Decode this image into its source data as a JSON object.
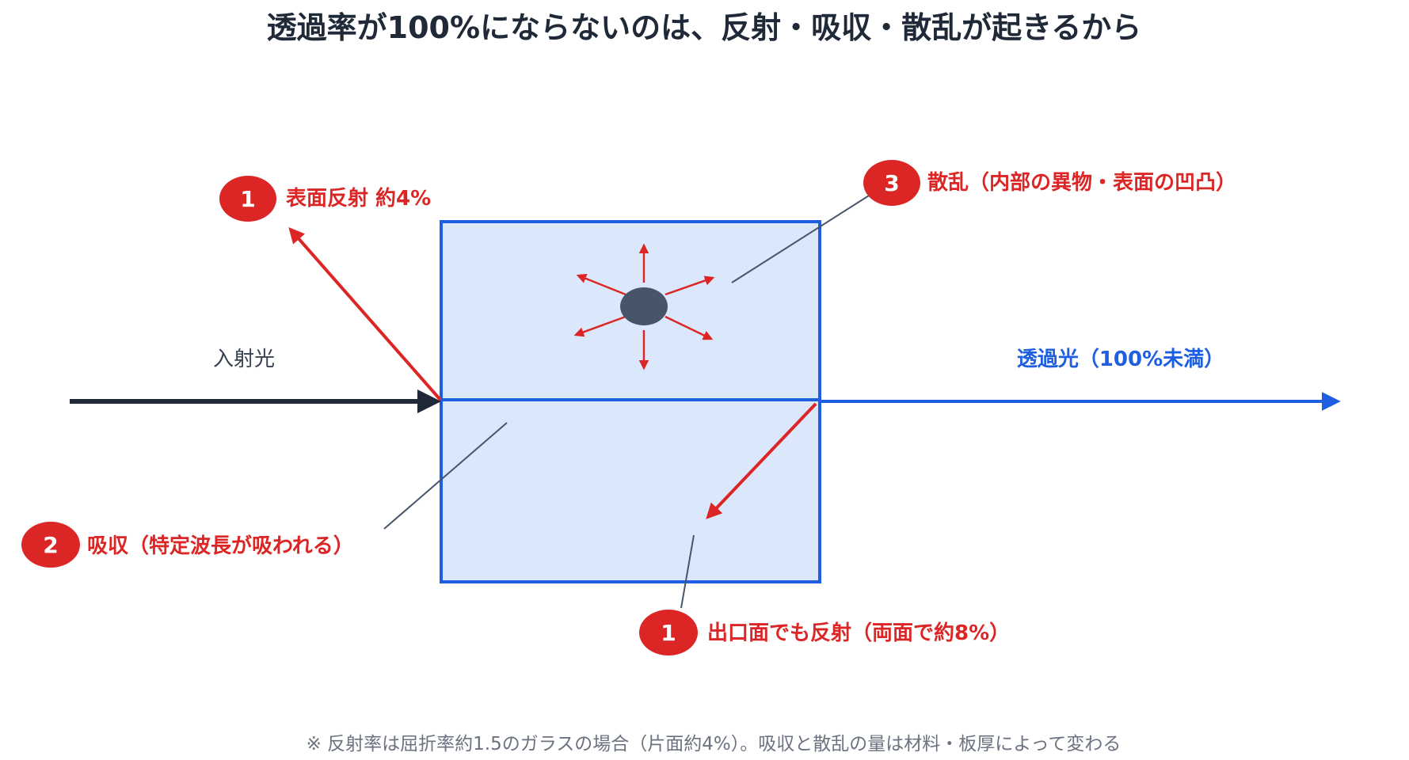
{
  "title": "透過率が100%にならないのは、反射・吸収・散乱が起きるから",
  "incident_label": "入射光",
  "transmitted_label": "透過光（100%未満）",
  "callouts": {
    "surface_reflection": {
      "number": "1",
      "text": "表面反射 約4%"
    },
    "scattering": {
      "number": "3",
      "text": "散乱（内部の異物・表面の凹凸）"
    },
    "absorption": {
      "number": "2",
      "text": "吸収（特定波長が吸われる）"
    },
    "exit_reflection": {
      "number": "1",
      "text": "出口面でも反射（両面で約8%）"
    }
  },
  "footnote": "※ 反射率は屈折率約1.5のガラスの場合（片面約4%）。吸収と散乱の量は材料・板厚によって変わる",
  "colors": {
    "glass_fill": "#dbe8fc",
    "glass_border": "#1d5fe0",
    "incident": "#1f2937",
    "transmitted": "#1d5fe0",
    "red": "#dc2626",
    "particle": "#475569",
    "leader": "#475569"
  }
}
